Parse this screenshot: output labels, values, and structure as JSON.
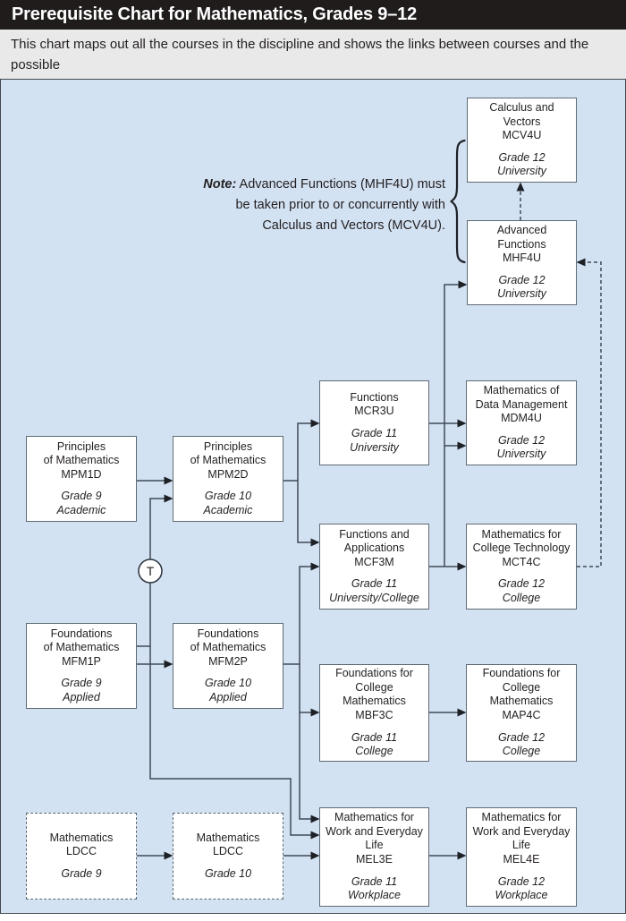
{
  "header": {
    "title": "Prerequisite Chart for Mathematics, Grades 9–12"
  },
  "subtitle": "This chart maps out all the courses in the discipline and shows the links between courses and the possible\nprerequisites for them. It does not attempt to depict all possible movements from course to course.",
  "note": {
    "label": "Note:",
    "line1": "Advanced Functions (MHF4U) must",
    "line2": "be taken prior to or concurrently with",
    "line3": "Calculus and Vectors (MCV4U)."
  },
  "transfer_label": "T",
  "theme": {
    "title_bar_bg": "#201c1c",
    "subtitle_bg": "#e9e9e9",
    "chart_bg": "#d3e2f3",
    "line_color": "#3f4a56",
    "box_border": "#5f6a73",
    "text_color": "#231f20"
  },
  "courses": {
    "mcv4u": {
      "title": "Calculus and\nVectors\nMCV4U",
      "grade": "Grade 12\nUniversity"
    },
    "mhf4u": {
      "title": "Advanced\nFunctions\nMHF4U",
      "grade": "Grade 12\nUniversity"
    },
    "mcr3u": {
      "title": "Functions\nMCR3U",
      "grade": "Grade 11\nUniversity"
    },
    "mdm4u": {
      "title": "Mathematics of\nData Management\nMDM4U",
      "grade": "Grade 12\nUniversity"
    },
    "mcf3m": {
      "title": "Functions and\nApplications\nMCF3M",
      "grade": "Grade 11\nUniversity/College"
    },
    "mct4c": {
      "title": "Mathematics for\nCollege Technology\nMCT4C",
      "grade": "Grade 12\nCollege"
    },
    "mpm1d": {
      "title": "Principles\nof Mathematics\nMPM1D",
      "grade": "Grade 9\nAcademic"
    },
    "mpm2d": {
      "title": "Principles\nof Mathematics\nMPM2D",
      "grade": "Grade 10\nAcademic"
    },
    "mfm1p": {
      "title": "Foundations\nof Mathematics\nMFM1P",
      "grade": "Grade 9\nApplied"
    },
    "mfm2p": {
      "title": "Foundations\nof Mathematics\nMFM2P",
      "grade": "Grade 10\nApplied"
    },
    "mbf3c": {
      "title": "Foundations for\nCollege\nMathematics\nMBF3C",
      "grade": "Grade 11\nCollege"
    },
    "map4c": {
      "title": "Foundations for\nCollege\nMathematics\nMAP4C",
      "grade": "Grade 12\nCollege"
    },
    "ldcc9": {
      "title": "Mathematics\nLDCC",
      "grade": "Grade 9"
    },
    "ldcc10": {
      "title": "Mathematics\nLDCC",
      "grade": "Grade 10"
    },
    "mel3e": {
      "title": "Mathematics for\nWork and Everyday\nLife\nMEL3E",
      "grade": "Grade 11\nWorkplace"
    },
    "mel4e": {
      "title": "Mathematics for\nWork and Everyday\nLife\nMEL4E",
      "grade": "Grade 12\nWorkplace"
    }
  },
  "edges": [
    {
      "from": "MPM1D",
      "to": "MPM2D",
      "style": "solid"
    },
    {
      "from": "MFM1P",
      "to": "MPM2D",
      "style": "solid",
      "via": "transfer course T"
    },
    {
      "from": "MFM1P",
      "to": "MFM2P",
      "style": "solid"
    },
    {
      "from": "MFM1P",
      "to": "MEL3E",
      "style": "solid"
    },
    {
      "from": "MPM2D",
      "to": "MCR3U",
      "style": "solid"
    },
    {
      "from": "MPM2D",
      "to": "MCF3M",
      "style": "solid"
    },
    {
      "from": "MFM2P",
      "to": "MCF3M",
      "style": "solid"
    },
    {
      "from": "MFM2P",
      "to": "MBF3C",
      "style": "solid"
    },
    {
      "from": "MFM2P",
      "to": "MEL3E",
      "style": "solid"
    },
    {
      "from": "MCR3U",
      "to": "MHF4U",
      "style": "solid"
    },
    {
      "from": "MCR3U",
      "to": "MDM4U",
      "style": "solid"
    },
    {
      "from": "MCF3M",
      "to": "MDM4U",
      "style": "solid"
    },
    {
      "from": "MCF3M",
      "to": "MCT4C",
      "style": "solid"
    },
    {
      "from": "MBF3C",
      "to": "MAP4C",
      "style": "solid"
    },
    {
      "from": "LDCC9",
      "to": "LDCC10",
      "style": "solid"
    },
    {
      "from": "LDCC10",
      "to": "MEL3E",
      "style": "solid"
    },
    {
      "from": "MEL3E",
      "to": "MEL4E",
      "style": "solid"
    },
    {
      "from": "MHF4U",
      "to": "MCV4U",
      "style": "dashed"
    },
    {
      "from": "MCT4C",
      "to": "MHF4U",
      "style": "dashed"
    }
  ]
}
